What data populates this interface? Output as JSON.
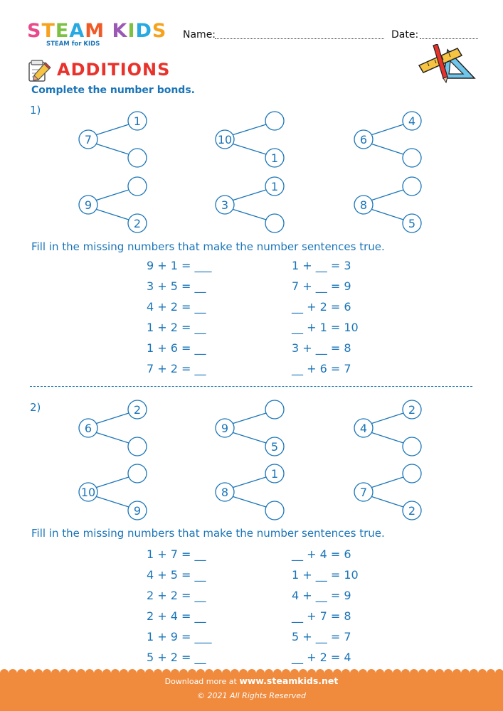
{
  "header": {
    "logo_letters": [
      {
        "ch": "S",
        "color": "#e84a8a"
      },
      {
        "ch": "T",
        "color": "#f6a21d"
      },
      {
        "ch": "E",
        "color": "#7dc142"
      },
      {
        "ch": "A",
        "color": "#27aae1"
      },
      {
        "ch": "M",
        "color": "#f05a28"
      },
      {
        "ch": " ",
        "color": "#ffffff"
      },
      {
        "ch": "K",
        "color": "#9b59b6"
      },
      {
        "ch": "I",
        "color": "#7dc142"
      },
      {
        "ch": "D",
        "color": "#27aae1"
      },
      {
        "ch": "S",
        "color": "#f6a21d"
      }
    ],
    "logo_tagline": "STEAM for KIDS",
    "name_label": "Name:",
    "date_label": "Date:"
  },
  "title": "ADDITIONS",
  "instruction_bonds": "Complete the number bonds.",
  "sections": [
    {
      "label": "1)",
      "bonds": [
        {
          "whole": "7",
          "top": "1",
          "bottom": ""
        },
        {
          "whole": "10",
          "top": "",
          "bottom": "1"
        },
        {
          "whole": "6",
          "top": "4",
          "bottom": ""
        },
        {
          "whole": "9",
          "top": "",
          "bottom": "2"
        },
        {
          "whole": "3",
          "top": "1",
          "bottom": ""
        },
        {
          "whole": "8",
          "top": "",
          "bottom": "5"
        }
      ],
      "instruction": "Fill in the missing numbers that make the number sentences true.",
      "left_equations": [
        "9 + 1 = ___",
        "3 + 5 = __",
        "4 + 2 = __",
        "1 + 2 = __",
        "1 + 6 = __",
        "7 + 2 = __"
      ],
      "right_equations": [
        "1 + __ = 3",
        "7 + __ = 9",
        "__ + 2 = 6",
        "__ + 1 = 10",
        "3 + __ = 8",
        "__ + 6 = 7"
      ]
    },
    {
      "label": "2)",
      "bonds": [
        {
          "whole": "6",
          "top": "2",
          "bottom": ""
        },
        {
          "whole": "9",
          "top": "",
          "bottom": "5"
        },
        {
          "whole": "4",
          "top": "2",
          "bottom": ""
        },
        {
          "whole": "10",
          "top": "",
          "bottom": "9"
        },
        {
          "whole": "8",
          "top": "1",
          "bottom": ""
        },
        {
          "whole": "7",
          "top": "",
          "bottom": "2"
        }
      ],
      "instruction": "Fill in the missing numbers that make the number sentences true.",
      "left_equations": [
        "1 + 7 = __",
        "4 + 5 = __",
        "2 + 2 = __",
        "2 + 4 = __",
        "1 + 9 = ___",
        "5 + 2 = __"
      ],
      "right_equations": [
        "__ + 4 = 6",
        "1 + __ = 10",
        "4 + __ = 9",
        "__ + 7 = 8",
        "5 + __ = 7",
        "__ + 2 = 4"
      ]
    }
  ],
  "footer": {
    "download_prefix": "Download more at",
    "site": "www.steamkids.net",
    "copyright": "© 2021 All Rights Reserved"
  },
  "colors": {
    "text_blue": "#1a75b8",
    "title_red": "#e8322b",
    "footer_orange": "#f08a3c"
  }
}
